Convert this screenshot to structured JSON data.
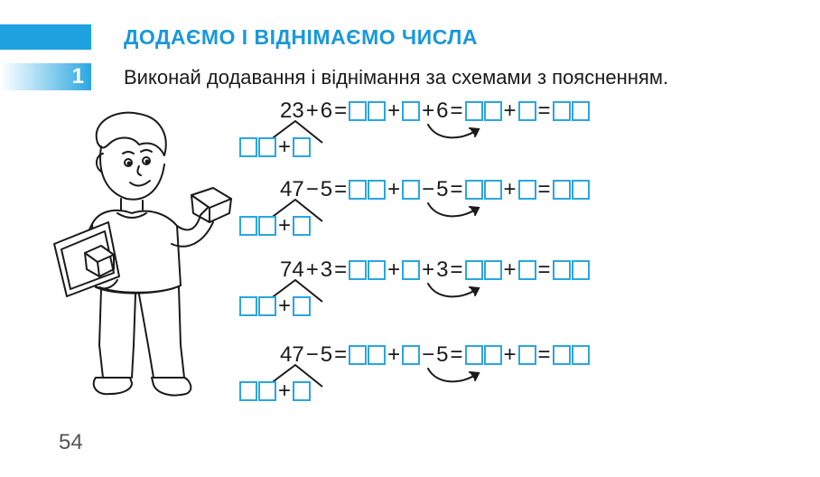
{
  "header": {
    "title": "ДОДАЄМО І ВІДНІМАЄМО ЧИСЛА"
  },
  "exercise": {
    "number": "1",
    "instruction": "Виконай додавання і віднімання за схемами з поясненням."
  },
  "rows": [
    {
      "left": "23",
      "op": "+",
      "n": "6"
    },
    {
      "left": "47",
      "op": "−",
      "n": "5"
    },
    {
      "left": "74",
      "op": "+",
      "n": "3"
    },
    {
      "left": "47",
      "op": "−",
      "n": "5"
    }
  ],
  "symbols": {
    "equals": "=",
    "plus": "+"
  },
  "footer": {
    "page_number": "54"
  },
  "colors": {
    "accent": "#1ea2e0",
    "box_border": "#2aa6e1"
  }
}
